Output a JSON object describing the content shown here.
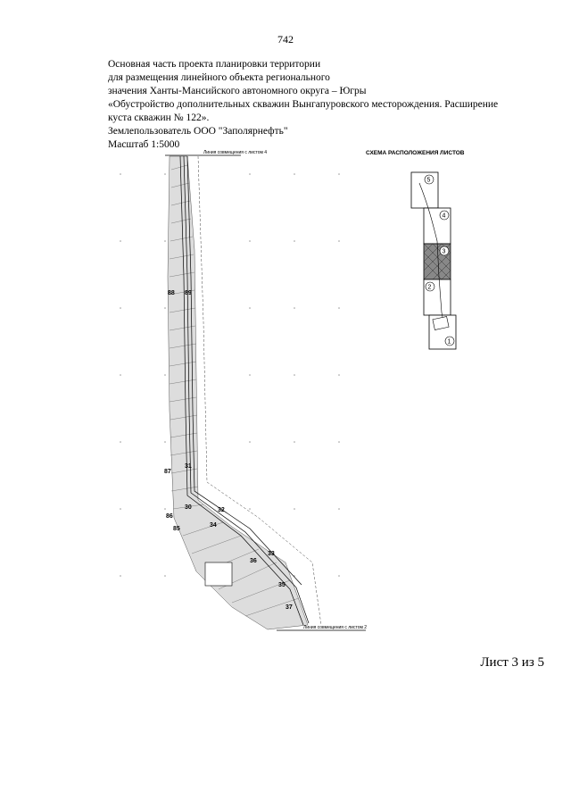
{
  "page_number": "742",
  "header": {
    "lines": [
      "Основная часть проекта планировки территории",
      "для размещения линейного объекта регионального",
      "значения Ханты-Мансийского автономного округа – Югры",
      "«Обустройство дополнительных скважин Вынгапуровского месторождения. Расширение",
      "куста скважин № 122».",
      "Землепользователь ООО \"Заполярнефть\"",
      "Масштаб 1:5000"
    ]
  },
  "map": {
    "top_label": "Линия совмещения с листом 4",
    "bottom_label": "Линия совмещения с листом 2",
    "point_labels": [
      "88",
      "89",
      "87",
      "86",
      "85",
      "30",
      "31",
      "32",
      "33",
      "34",
      "35",
      "36",
      "37"
    ]
  },
  "scheme": {
    "title": "СХЕМА РАСПОЛОЖЕНИЯ ЛИСТОВ",
    "sheets": [
      "5",
      "4",
      "3",
      "2",
      "1"
    ]
  },
  "sheet_counter": "Лист 3 из 5"
}
